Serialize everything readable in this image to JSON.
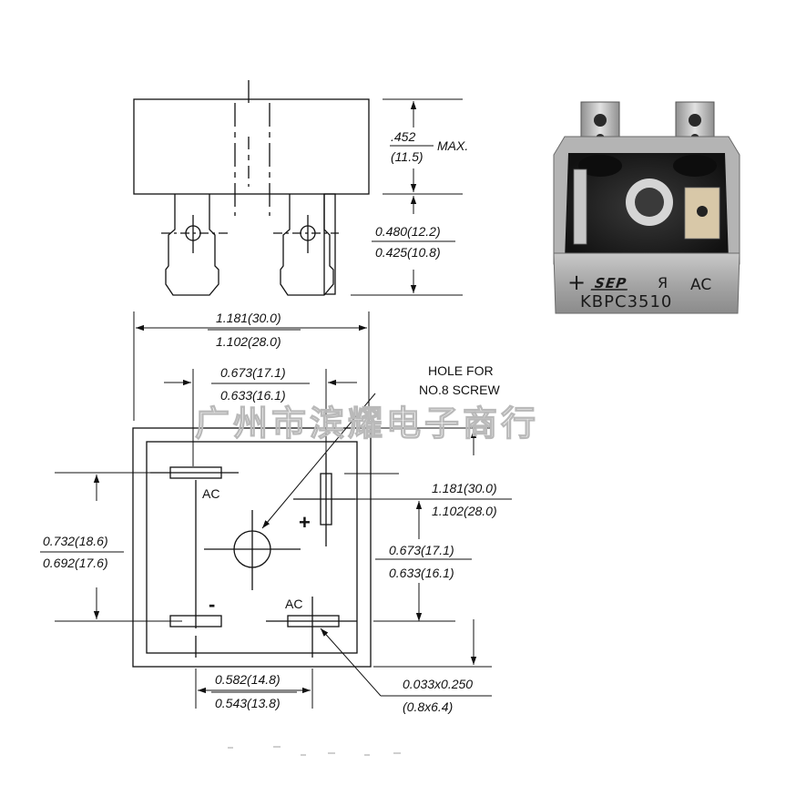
{
  "side_view": {
    "height_max": {
      "inch": ".452",
      "mm": "(11.5)",
      "suffix": "MAX."
    },
    "lead_length": {
      "max": "0.480(12.2)",
      "min": "0.425(10.8)"
    }
  },
  "top_view": {
    "overall_width": {
      "max": "1.181(30.0)",
      "min": "1.102(28.0)"
    },
    "hole_top_spacing": {
      "max": "0.673(17.1)",
      "min": "0.633(16.1)"
    },
    "hole_note": {
      "line1": "HOLE FOR",
      "line2": "NO.8 SCREW"
    },
    "overall_height": {
      "max": "1.181(30.0)",
      "min": "1.102(28.0)"
    },
    "right_lead_spacing": {
      "max": "0.673(17.1)",
      "min": "0.633(16.1)"
    },
    "left_lead_spacing": {
      "max": "0.732(18.6)",
      "min": "0.692(17.6)"
    },
    "bottom_lead_spacing": {
      "max": "0.582(14.8)",
      "min": "0.543(13.8)"
    },
    "terminal_size": {
      "inch": "0.033x0.250",
      "mm": "(0.8x6.4)"
    },
    "pin_labels": {
      "ac_top": "AC",
      "plus": "+",
      "minus": "-",
      "ac_bottom": "AC"
    }
  },
  "photo": {
    "marking_row1": {
      "plus": "+",
      "brand": "SEP",
      "ul": "Я",
      "ac": "AC"
    },
    "part_number": "KBPC3510"
  },
  "watermark": "广州市滨耀电子商行",
  "colors": {
    "line": "#111111",
    "watermark": "#b9b9b9",
    "case_gray": "#9b9b9b",
    "epoxy": "#1c1c1c"
  }
}
